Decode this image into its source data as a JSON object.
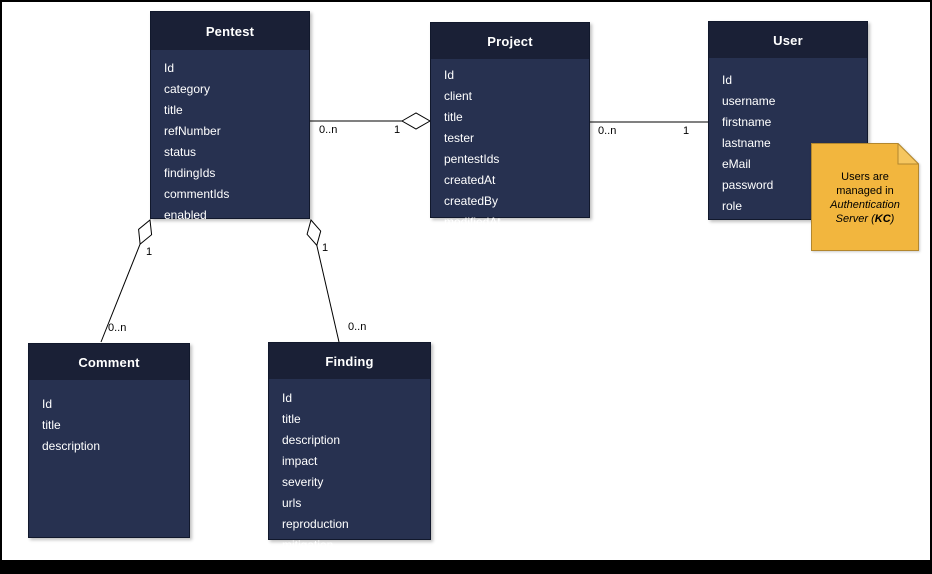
{
  "diagram_type": "uml-entity-diagram",
  "colors": {
    "header_bg": "#1a2036",
    "body_bg": "#273150",
    "box_border": "#11182c",
    "entity_text": "#ffffff",
    "line": "#000000",
    "canvas_bg": "#ffffff",
    "note_bg": "#f2b63e",
    "note_fold": "#f6c65f",
    "note_border": "#b3872e",
    "note_text": "#000000",
    "frame": "#000000"
  },
  "entities": [
    {
      "name": "Pentest",
      "fields": [
        "Id",
        "category",
        "title",
        "refNumber",
        "status",
        "findingIds",
        "commentIds",
        "enabled"
      ]
    },
    {
      "name": "Project",
      "fields": [
        "Id",
        "client",
        "title",
        "tester",
        "pentestIds",
        "createdAt",
        "createdBy",
        "modifiedAt"
      ]
    },
    {
      "name": "User",
      "fields": [
        "Id",
        "username",
        "firstname",
        "lastname",
        "eMail",
        "password",
        "role"
      ]
    },
    {
      "name": "Comment",
      "fields": [
        "Id",
        "title",
        "description"
      ]
    },
    {
      "name": "Finding",
      "fields": [
        "Id",
        "title",
        "description",
        "impact",
        "severity",
        "urls",
        "reproduction",
        "mitigation"
      ]
    }
  ],
  "connections": [
    {
      "from": "Pentest",
      "to": "Project",
      "source_label": "0..n",
      "target_label": "1",
      "diamond_end": "Project"
    },
    {
      "from": "Project",
      "to": "User",
      "source_label": "0..n",
      "target_label": "1",
      "diamond_end": "none"
    },
    {
      "from": "Pentest",
      "to": "Comment",
      "source_label": "1",
      "target_label": "0..n",
      "diamond_end": "Pentest"
    },
    {
      "from": "Pentest",
      "to": "Finding",
      "source_label": "1",
      "target_label": "0..n",
      "diamond_end": "Pentest"
    }
  ],
  "note": {
    "text": "Users are managed in",
    "emphasis": "Authentication Server",
    "code_open": "(",
    "code": "KC",
    "code_close": ")"
  }
}
